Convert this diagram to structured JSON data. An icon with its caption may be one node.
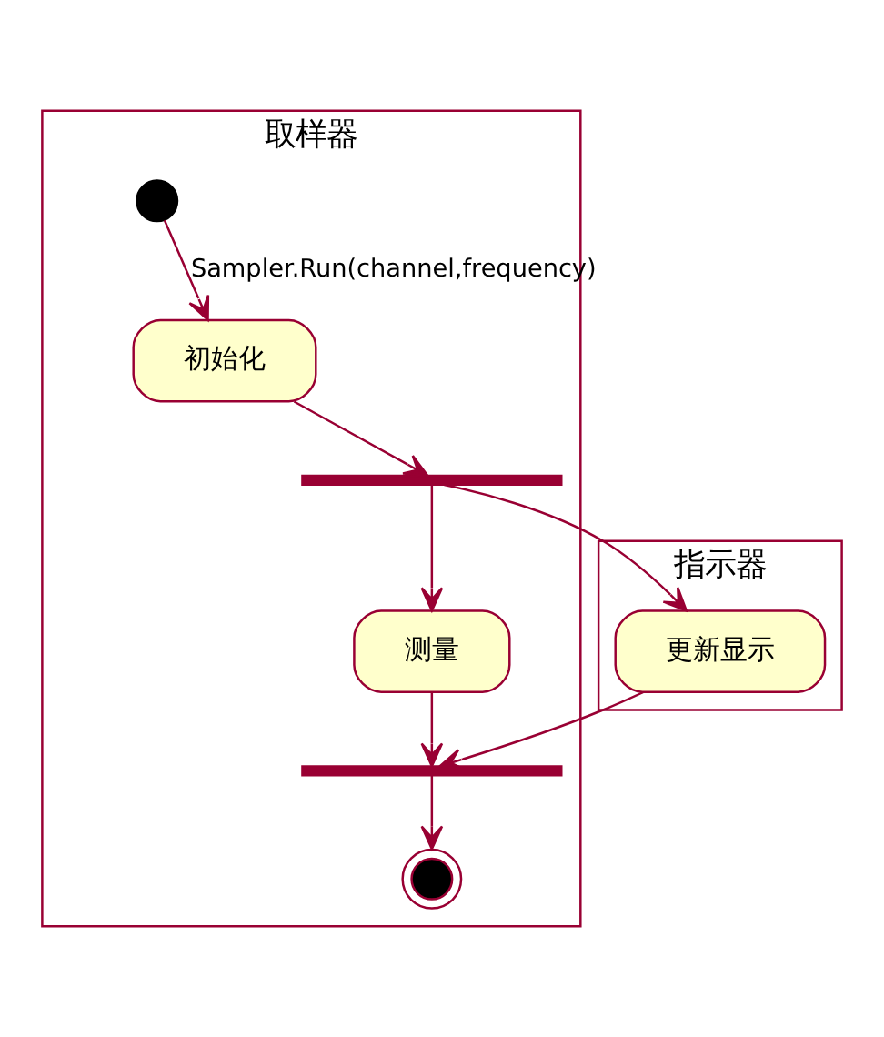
{
  "diagram": {
    "nodes": [
      {
        "text": [
          "指示器"
        ]
      },
      {
        "text": [
          "取样器"
        ]
      },
      {
        "text": [],
        "shape": "circle",
        "in": 1
      },
      {
        "text": [
          "初始化"
        ],
        "in": 1
      },
      {
        "text": [],
        "shape": "bar",
        "in": 1
      },
      {
        "text": [
          "更新显示"
        ],
        "in": 0
      },
      {
        "text": [
          "测量"
        ],
        "in": 1
      },
      {
        "text": [],
        "shape": "bar",
        "in": 1
      },
      {
        "text": [],
        "shape": "circle",
        "in": 1
      }
    ],
    "edges": [
      {
        "from": 2,
        "to": 3,
        "arrow": "to",
        "label": "Sampler.Run(channel,frequency)"
      },
      {
        "from": 3,
        "to": 4,
        "arrow": "to"
      },
      {
        "from": 4,
        "to": 5,
        "arrow": "to"
      },
      {
        "from": 4,
        "to": 6,
        "arrow": "to"
      },
      {
        "from": 6,
        "to": 7,
        "arrow": "to"
      },
      {
        "from": 5,
        "to": 7,
        "arrow": "to"
      },
      {
        "from": 7,
        "to": 8,
        "arrow": "to"
      }
    ]
  }
}
